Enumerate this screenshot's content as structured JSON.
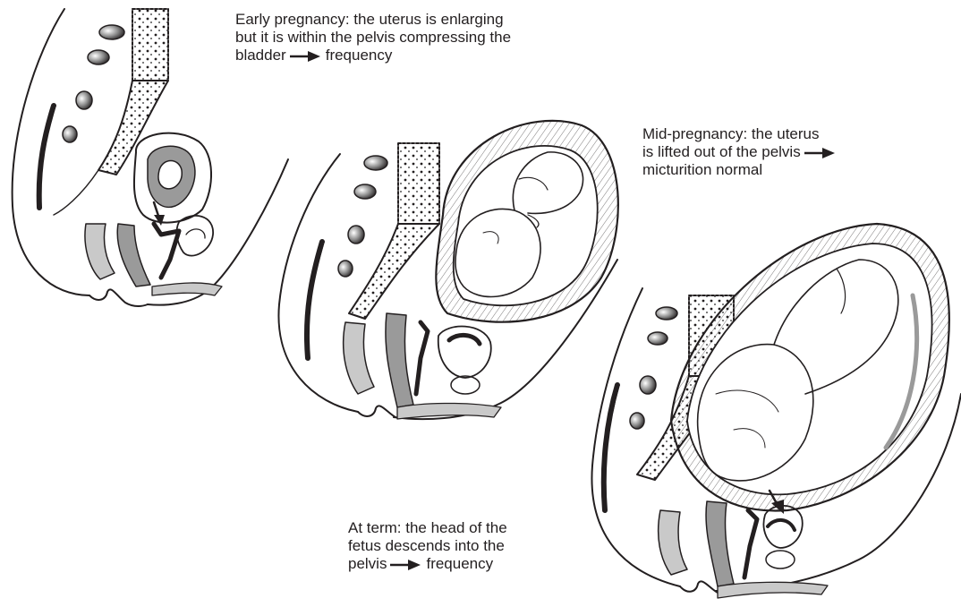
{
  "captions": {
    "early": {
      "line1": "Early pregnancy: the uterus is enlarging",
      "line2": "but it is within the pelvis compressing the",
      "line3_before": "bladder",
      "line3_after": "frequency"
    },
    "mid": {
      "line1": "Mid-pregnancy: the uterus",
      "line2_before": "is lifted out of the pelvis",
      "line3": "micturition normal"
    },
    "term": {
      "line1": "At term: the head of the",
      "line2": "fetus descends into the",
      "line3_before": "pelvis",
      "line3_after": "frequency"
    }
  },
  "colors": {
    "ink": "#231f20",
    "shade": "#9a9a9a",
    "light_shade": "#c9c9c9",
    "background": "#ffffff"
  },
  "icons": [
    "arrow-right-icon",
    "arrow-down-icon"
  ]
}
